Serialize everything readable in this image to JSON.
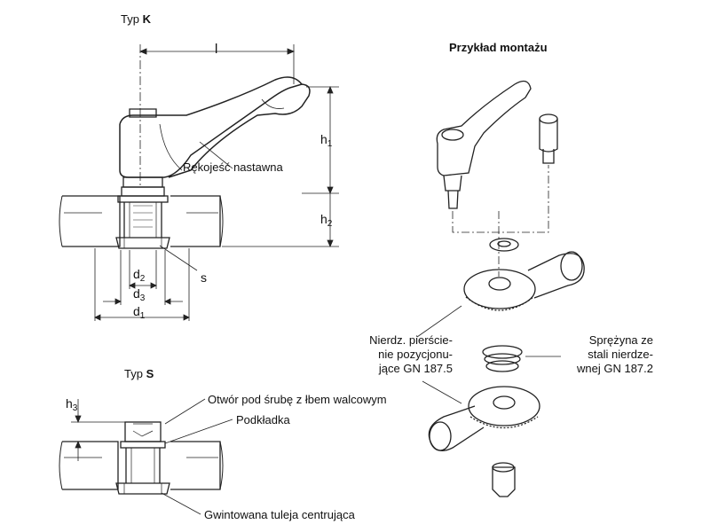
{
  "type_k": {
    "prefix": "Typ",
    "letter": "K"
  },
  "type_s": {
    "prefix": "Typ",
    "letter": "S"
  },
  "mounting_title": "Przykład montażu",
  "dims": {
    "l": "l",
    "h": "h",
    "d": "d",
    "s": "s",
    "sub1": "1",
    "sub2": "2",
    "sub3": "3"
  },
  "labels": {
    "handle": "Rękojeść nastawna",
    "bolt_hole": "Otwór pod śrubę z łbem walcowym",
    "washer": "Podkładka",
    "sleeve": "Gwintowana tuleja centrująca",
    "ring_lines": [
      "Nierdz. pierście-",
      "nie pozycjonu-",
      "jące GN 187.5"
    ],
    "spring_lines": [
      "Sprężyna ze",
      "stali nierdze-",
      "wnej GN 187.2"
    ]
  }
}
